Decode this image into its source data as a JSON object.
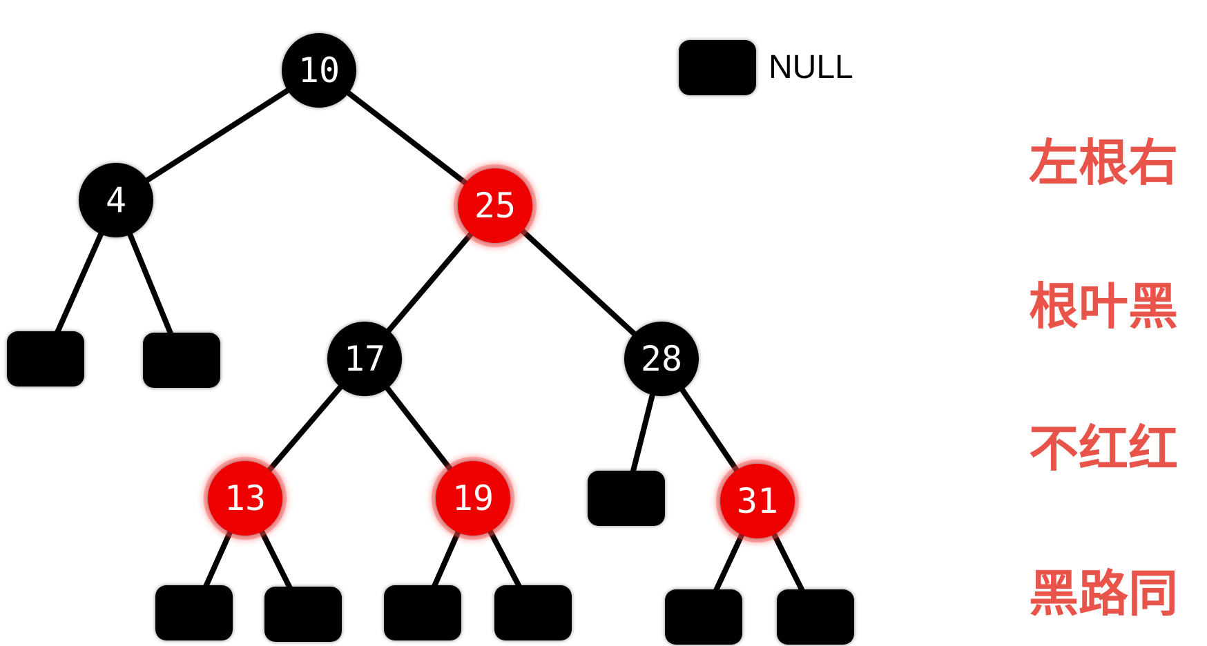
{
  "legend": {
    "null_label": "NULL"
  },
  "tree": {
    "colors": {
      "black": "#000000",
      "red": "#ee0000",
      "red_glow": "#ff4b4b",
      "edge": "#000000",
      "text": "#ffffff"
    },
    "nodes": [
      {
        "id": "n10",
        "label": "10",
        "color": "black"
      },
      {
        "id": "n4",
        "label": "4",
        "color": "black"
      },
      {
        "id": "n25",
        "label": "25",
        "color": "red"
      },
      {
        "id": "n17",
        "label": "17",
        "color": "black"
      },
      {
        "id": "n28",
        "label": "28",
        "color": "black"
      },
      {
        "id": "n13",
        "label": "13",
        "color": "red"
      },
      {
        "id": "n19",
        "label": "19",
        "color": "red"
      },
      {
        "id": "n31",
        "label": "31",
        "color": "red"
      }
    ],
    "null_leaves": [
      "nl1",
      "nl2",
      "nl3",
      "nl4",
      "nl5",
      "nl6",
      "nl7",
      "nl8",
      "nl9"
    ],
    "edges": [
      [
        "n10",
        "n4"
      ],
      [
        "n10",
        "n25"
      ],
      [
        "n4",
        "nl1"
      ],
      [
        "n4",
        "nl2"
      ],
      [
        "n25",
        "n17"
      ],
      [
        "n25",
        "n28"
      ],
      [
        "n17",
        "n13"
      ],
      [
        "n17",
        "n19"
      ],
      [
        "n28",
        "nl3"
      ],
      [
        "n28",
        "n31"
      ],
      [
        "n13",
        "nl4"
      ],
      [
        "n13",
        "nl5"
      ],
      [
        "n19",
        "nl6"
      ],
      [
        "n19",
        "nl7"
      ],
      [
        "n31",
        "nl8"
      ],
      [
        "n31",
        "nl9"
      ]
    ]
  },
  "rules": {
    "color": "#e8534a",
    "items": [
      "左根右",
      "根叶黑",
      "不红红",
      "黑路同"
    ]
  }
}
